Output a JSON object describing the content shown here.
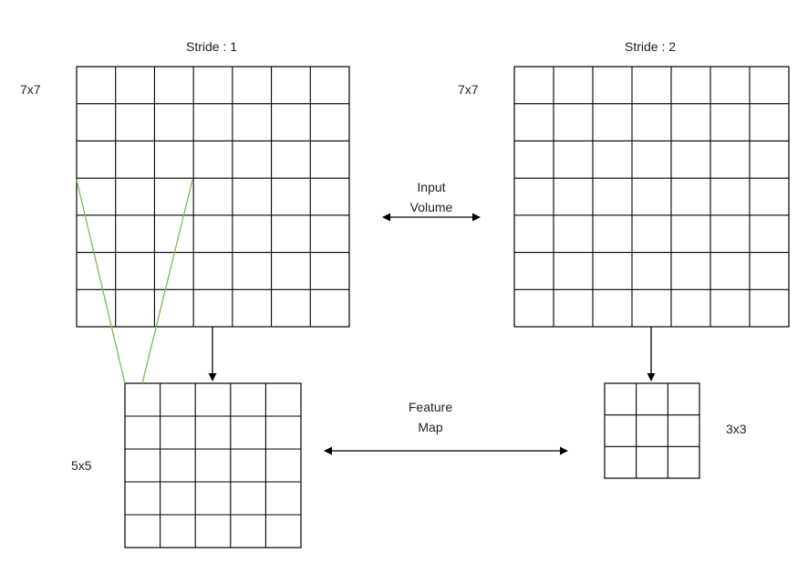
{
  "labels": {
    "stride1_title": "Stride : 1",
    "stride2_title": "Stride : 2",
    "input_size_left": "7x7",
    "input_size_right": "7x7",
    "input_volume_line1": "Input",
    "input_volume_line2": "Volume",
    "feature_map_line1": "Feature",
    "feature_map_line2": "Map",
    "output_size_left": "5x5",
    "output_size_right": "3x3"
  },
  "colors": {
    "green": "#82b366",
    "green_fill": "#93c47d",
    "blue": "#6c8ebf",
    "blue_fill": "#a4b9ec",
    "red": "#b85450",
    "red_fill": "#ea9999",
    "purple_overlap": "#9673a6",
    "grid_line": "#000000"
  },
  "grids": {
    "input_left": {
      "rows": 7,
      "cols": 7,
      "windows": [
        "green",
        "blue",
        "red"
      ],
      "window_cols": [
        0,
        1,
        2
      ],
      "window_size": 3
    },
    "input_right": {
      "rows": 7,
      "cols": 7,
      "windows": [
        "green",
        "blue",
        "red"
      ],
      "window_cols": [
        0,
        2,
        4
      ],
      "window_size": 3
    },
    "output_left": {
      "rows": 5,
      "cols": 5,
      "filled": [
        "green",
        "blue",
        "red"
      ]
    },
    "output_right": {
      "rows": 3,
      "cols": 3,
      "filled": [
        "green",
        "blue",
        "red"
      ]
    }
  }
}
